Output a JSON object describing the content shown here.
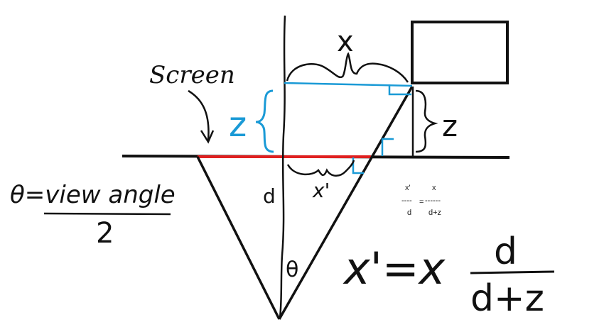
{
  "labels": {
    "screen": "Screen",
    "x_top": "x",
    "z_left": "z",
    "z_right": "z",
    "x_prime": "x'",
    "d": "d",
    "theta": "θ",
    "theta_def_lhs": "θ=view angle",
    "theta_def_den": "2"
  },
  "ratio_formula": {
    "left_num": "x'",
    "left_bar": "----",
    "left_den": "d",
    "equals": "=",
    "right_num": "x",
    "right_bar": "------",
    "right_den": "d+z"
  },
  "main_formula": {
    "lhs": "x'=x",
    "num": "d",
    "den": "d+z"
  },
  "colors": {
    "ink": "#111111",
    "screen_line": "#e02020",
    "annotation": "#1a9ad6"
  }
}
